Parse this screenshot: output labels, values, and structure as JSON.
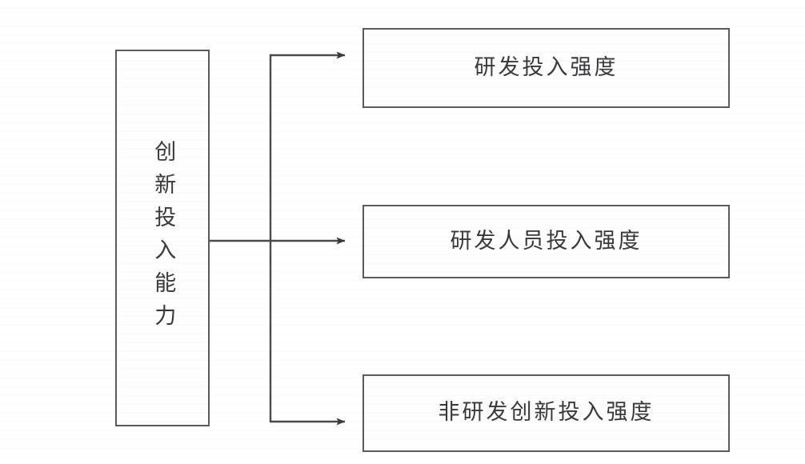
{
  "diagram": {
    "type": "tree-branch-diagram",
    "orientation": "left-to-right",
    "root": {
      "label": "创新投入能力",
      "text_orientation": "vertical"
    },
    "branches": [
      {
        "label": "研发投入强度"
      },
      {
        "label": "研发人员投入强度"
      },
      {
        "label": "非研发创新投入强度"
      }
    ],
    "colors": {
      "background": "#ffffff",
      "box_border": "#5a5a5c",
      "box_fill": "#fefefe",
      "connector": "#4a4a4c",
      "text": "#39393b"
    }
  }
}
